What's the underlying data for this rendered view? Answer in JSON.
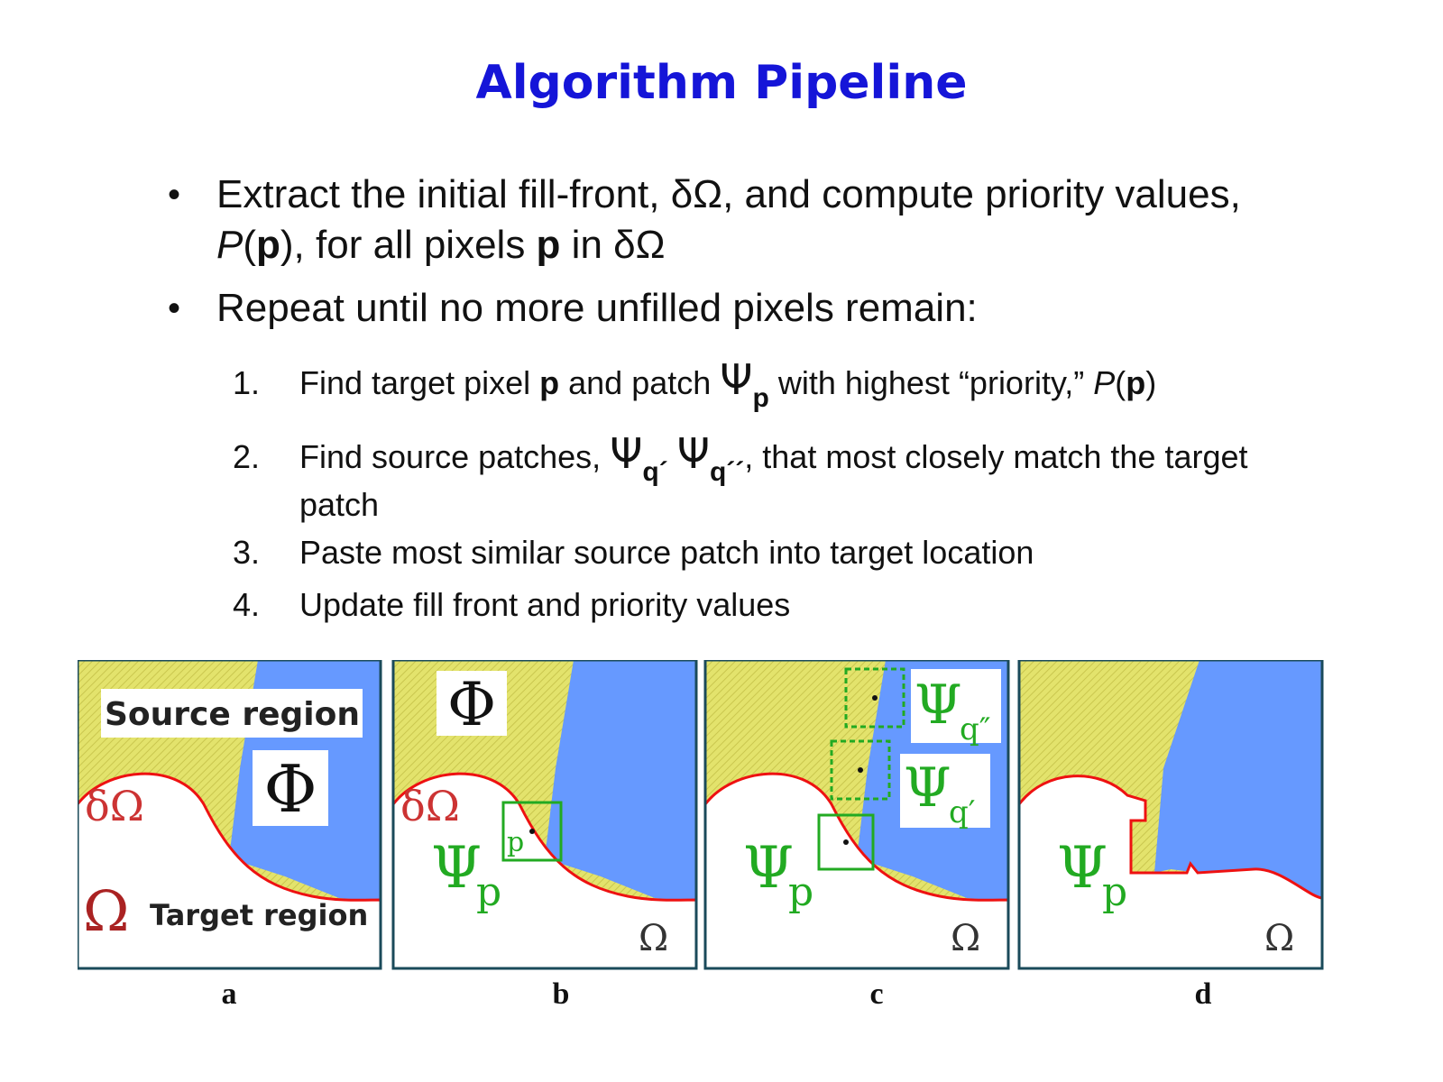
{
  "title": "Algorithm Pipeline",
  "bullets": [
    {
      "marker": "•",
      "pre": "Extract the initial fill-front, δΩ, and compute priority values, ",
      "P": "P",
      "paren_open": "(",
      "p": "p",
      "paren_close": "), for all pixels ",
      "p2": "p",
      "post": " in δΩ"
    },
    {
      "marker": "•",
      "text": "Repeat until no more unfilled pixels remain:"
    }
  ],
  "steps": [
    {
      "num": "1.",
      "pre": "Find target pixel ",
      "p": "p",
      "mid": " and patch ",
      "psi": "Ψ",
      "psi_sub": "p",
      "post": " with highest “priority,” ",
      "P": "P",
      "paren_open": "(",
      "p2": "p",
      "paren_close": ")"
    },
    {
      "num": "2.",
      "pre": "Find source patches, ",
      "psi1": "Ψ",
      "psi1_sub": "q´",
      "psi2": "Ψ",
      "psi2_sub": "q´´",
      "post": ", that most closely match the target patch"
    },
    {
      "num": "3.",
      "text": "Paste most similar source patch into target location"
    },
    {
      "num": "4.",
      "text": "Update fill front and priority values"
    }
  ],
  "figure": {
    "panels": [
      {
        "label": "a",
        "source_label": "Source region",
        "phi": "Φ",
        "front": "δΩ",
        "omega": "Ω",
        "target_label": "Target region"
      },
      {
        "label": "b",
        "phi": "Φ",
        "front": "δΩ",
        "psi": "Ψ",
        "psi_sub": "p",
        "p": "p",
        "omega": "Ω"
      },
      {
        "label": "c",
        "psi": "Ψ",
        "psi_sub": "p",
        "psi_q2": "Ψ",
        "psi_q2_sub": "q″",
        "psi_q1": "Ψ",
        "psi_q1_sub": "q′",
        "omega": "Ω"
      },
      {
        "label": "d",
        "psi": "Ψ",
        "psi_sub": "p",
        "omega": "Ω"
      }
    ],
    "colors": {
      "source_yellow": "#e5e36a",
      "blue": "#6699ff",
      "red_border": "#ee1111",
      "green": "#22aa22",
      "frame": "#1a4a5a"
    }
  }
}
